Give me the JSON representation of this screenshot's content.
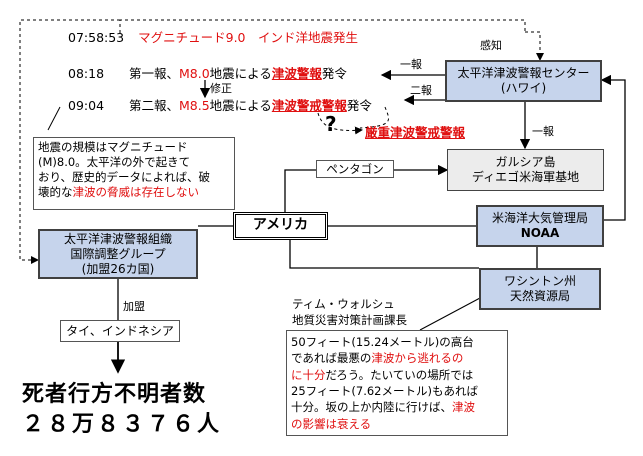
{
  "timeline": {
    "row1": {
      "time": "07:58:53",
      "event": "マグニチュード9.0　インド洋地震発生"
    },
    "row2": {
      "time": "08:18",
      "pre": "第一報、",
      "mag": "M8.0",
      "mid": "地震による",
      "warn": "津波警報",
      "post": "発令"
    },
    "row3": {
      "time": "09:04",
      "pre": "第二報、",
      "mag": "M8.5",
      "mid": "地震による",
      "warn": "津波警戒警報",
      "post": "発令"
    },
    "correction": "修正",
    "question": "?",
    "severe": "厳重津波警戒警報"
  },
  "arrow_labels": {
    "detect": "感知",
    "report1": "一報",
    "report2": "二報",
    "report3": "一報",
    "join": "加盟"
  },
  "boxes": {
    "ptwc": {
      "line1": "太平洋津波警報センター",
      "line2": "(ハワイ)"
    },
    "garcia": {
      "line1": "ガルシア島",
      "line2": "ディエゴ米海軍基地"
    },
    "noaa": {
      "line1": "米海洋大気管理局",
      "line2": "NOAA"
    },
    "wa": {
      "line1": "ワシントン州",
      "line2": "天然資源局"
    },
    "itsu": {
      "line1": "太平洋津波警報組織",
      "line2": "国際調整グループ",
      "line3": "(加盟26カ国)"
    },
    "pentagon": "ペンタゴン",
    "america": "アメリカ",
    "thai": "タイ、インドネシア"
  },
  "note_left": {
    "a": "地震の規模はマグニチュード",
    "b": "(M)8.0。太平洋の外で起きて",
    "c": "おり、歴史的データによれば、破",
    "d1": "壊的な",
    "d2": "津波の脅威は存在しない"
  },
  "speaker": {
    "line1": "ティム・ウォルシュ",
    "line2": "地質災害対策計画課長"
  },
  "quote": {
    "l1": "50フィート(15.24メートル)の高台",
    "l2a": "であれば最悪の",
    "l2b": "津波から逃れるの",
    "l3a": "に十分",
    "l3b": "だろう。たいていの場所では",
    "l4": "25フィート(7.62メートル)もあれば",
    "l5a": "十分。坂の上か内陸に行けば、",
    "l5b": "津波",
    "l6": "の影響は衰える"
  },
  "casualty": {
    "line1": "死者行方不明者数",
    "line2": "２８万８３７６人"
  }
}
